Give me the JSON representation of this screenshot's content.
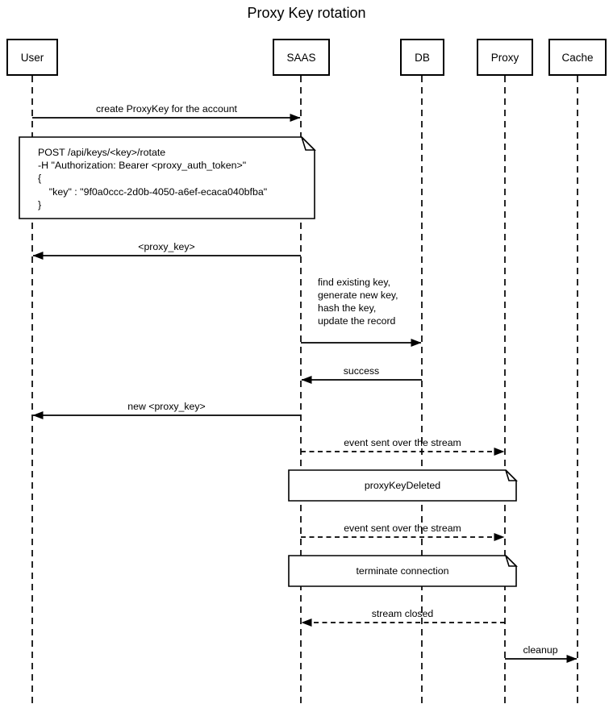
{
  "title": "Proxy Key rotation",
  "colors": {
    "line": "#000000",
    "background": "#ffffff",
    "text": "#000000",
    "note_fill": "#ffffff"
  },
  "actors": [
    {
      "id": "user",
      "label": "User"
    },
    {
      "id": "saas",
      "label": "SAAS"
    },
    {
      "id": "db",
      "label": "DB"
    },
    {
      "id": "proxy",
      "label": "Proxy"
    },
    {
      "id": "cache",
      "label": "Cache"
    }
  ],
  "messages": [
    {
      "from": "User",
      "to": "SAAS",
      "line": "solid",
      "label": "create ProxyKey for the account"
    },
    {
      "from": "SAAS",
      "to": "User",
      "line": "solid",
      "label": "<proxy_key>"
    },
    {
      "from": "SAAS",
      "to": "DB",
      "line": "solid",
      "label": "find existing key,\ngenerate new key,\nhash the key,\nupdate the record"
    },
    {
      "from": "DB",
      "to": "SAAS",
      "line": "solid",
      "label": "success"
    },
    {
      "from": "SAAS",
      "to": "User",
      "line": "solid",
      "label": "new <proxy_key>"
    },
    {
      "from": "SAAS",
      "to": "Proxy",
      "line": "dashed",
      "label": "event sent over the stream"
    },
    {
      "from": "SAAS",
      "to": "Proxy",
      "line": "dashed",
      "label": "event sent over the stream"
    },
    {
      "from": "Proxy",
      "to": "SAAS",
      "line": "dashed",
      "label": "stream closed"
    },
    {
      "from": "Proxy",
      "to": "Cache",
      "line": "solid",
      "label": "cleanup"
    }
  ],
  "notes": [
    {
      "over": "User, SAAS",
      "text": "POST /api/keys/<key>/rotate\n-H \"Authorization: Bearer <proxy_auth_token>\"\n{\n    \"key\" : \"9f0a0ccc-2d0b-4050-a6ef-ecaca040bfba\"\n}"
    },
    {
      "over": "SAAS, Proxy",
      "text": "proxyKeyDeleted"
    },
    {
      "over": "SAAS, Proxy",
      "text": "terminate connection"
    }
  ]
}
